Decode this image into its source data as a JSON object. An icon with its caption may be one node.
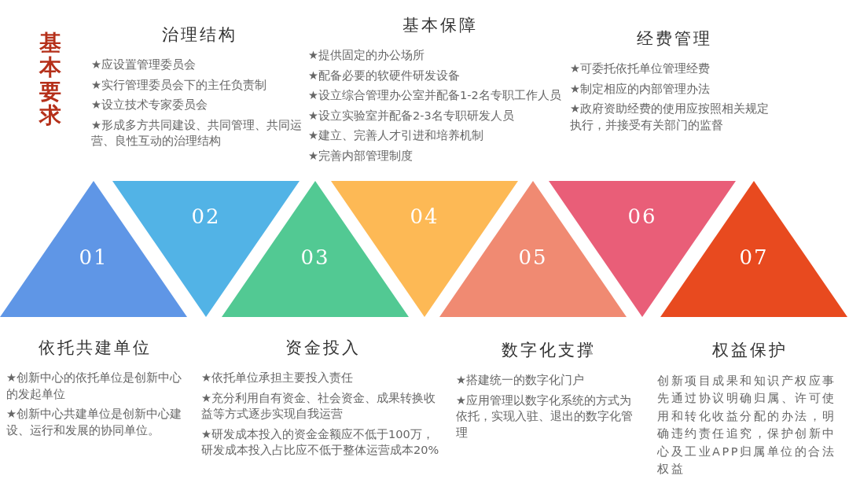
{
  "diagram": {
    "title": "基本要求",
    "nodes": [
      {
        "text": [
          "01"
        ],
        "beside": [
          "依托共建单位",
          "★创新中心的依托单位是创新中心的发起单位",
          "★创新中心共建单位是创新中心建设、运行和发展的协同单位。"
        ]
      },
      {
        "text": [
          "02"
        ],
        "beside": [
          "治理结构",
          "★应设置管理委员会",
          "★实行管理委员会下的主任负责制",
          "★设立技术专家委员会",
          "★形成多方共同建设、共同管理、共同运营、良性互动的治理结构"
        ]
      },
      {
        "text": [
          "03"
        ],
        "beside": [
          "资金投入",
          "★依托单位承担主要投入责任",
          "★充分利用自有资金、社会资金、成果转换收益等方式逐步实现自我运营",
          "★研发成本投入的资金金额应不低于100万，研发成本投入占比应不低于整体运营成本20%"
        ]
      },
      {
        "text": [
          "04"
        ],
        "beside": [
          "基本保障",
          "★提供固定的办公场所",
          "★配备必要的软硬件研发设备",
          "★设立综合管理办公室并配备1-2名专职工作人员",
          "★设立实验室并配备2-3名专职研发人员",
          "★建立、完善人才引进和培养机制",
          "★完善内部管理制度"
        ]
      },
      {
        "text": [
          "05"
        ],
        "beside": [
          "数字化支撑",
          "★搭建统一的数字化门户",
          "★应用管理以数字化系统的方式为依托，实现入驻、退出的数字化管理"
        ]
      },
      {
        "text": [
          "06"
        ],
        "beside": [
          "经费管理",
          "★可委托依托单位管理经费",
          "★制定相应的内部管理办法",
          "★政府资助经费的使用应按照相关规定执行，并接受有关部门的监督"
        ]
      },
      {
        "text": [
          "07"
        ],
        "beside": [
          "权益保护",
          "创新项目成果和知识产权应事先通过协议明确归属、许可使用和转化收益分配的办法，明确违约责任追究，保护创新中心及工业APP归属单位的合法权益"
        ]
      }
    ]
  }
}
